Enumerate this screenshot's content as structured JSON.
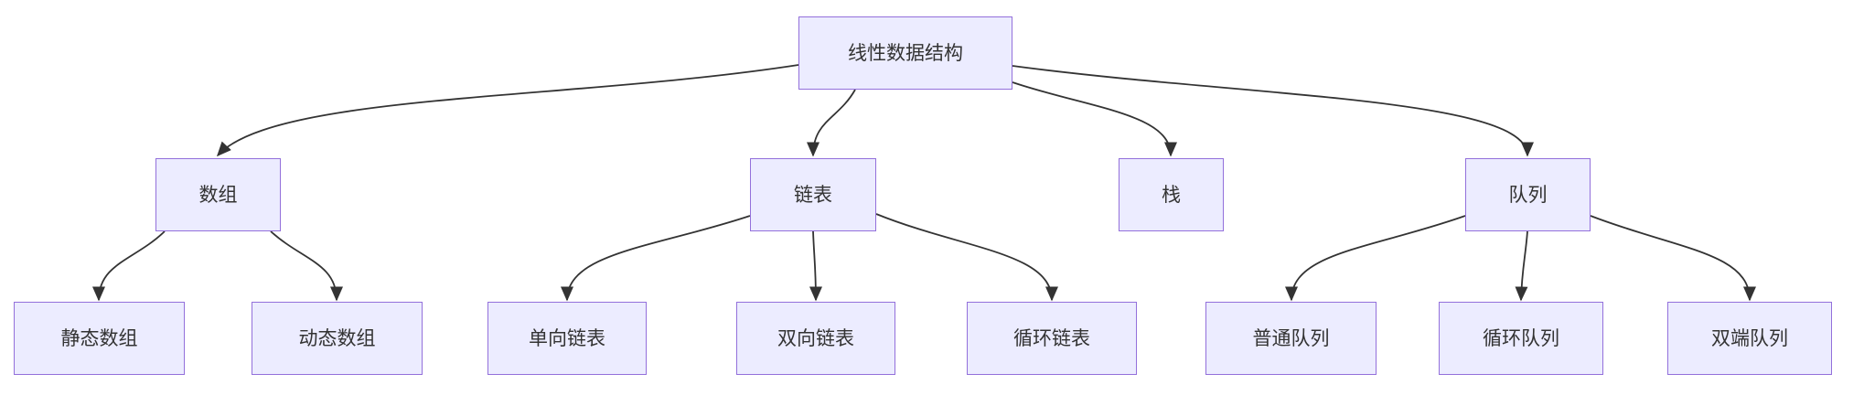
{
  "diagram": {
    "type": "flowchart-top-down",
    "nodes": {
      "root": {
        "label": "线性数据结构"
      },
      "array": {
        "label": "数组"
      },
      "linked_list": {
        "label": "链表"
      },
      "stack": {
        "label": "栈"
      },
      "queue": {
        "label": "队列"
      },
      "static_array": {
        "label": "静态数组"
      },
      "dynamic_array": {
        "label": "动态数组"
      },
      "singly_linked_list": {
        "label": "单向链表"
      },
      "doubly_linked_list": {
        "label": "双向链表"
      },
      "circular_linked_list": {
        "label": "循环链表"
      },
      "normal_queue": {
        "label": "普通队列"
      },
      "circular_queue": {
        "label": "循环队列"
      },
      "deque": {
        "label": "双端队列"
      }
    },
    "edges": [
      {
        "from": "root",
        "to": "array"
      },
      {
        "from": "root",
        "to": "linked_list"
      },
      {
        "from": "root",
        "to": "stack"
      },
      {
        "from": "root",
        "to": "queue"
      },
      {
        "from": "array",
        "to": "static_array"
      },
      {
        "from": "array",
        "to": "dynamic_array"
      },
      {
        "from": "linked_list",
        "to": "singly_linked_list"
      },
      {
        "from": "linked_list",
        "to": "doubly_linked_list"
      },
      {
        "from": "linked_list",
        "to": "circular_linked_list"
      },
      {
        "from": "queue",
        "to": "normal_queue"
      },
      {
        "from": "queue",
        "to": "circular_queue"
      },
      {
        "from": "queue",
        "to": "deque"
      }
    ],
    "colors": {
      "node_fill": "#ECECFF",
      "node_border": "#9370DB",
      "edge": "#333333",
      "text": "#333333",
      "background": "#ffffff"
    }
  }
}
